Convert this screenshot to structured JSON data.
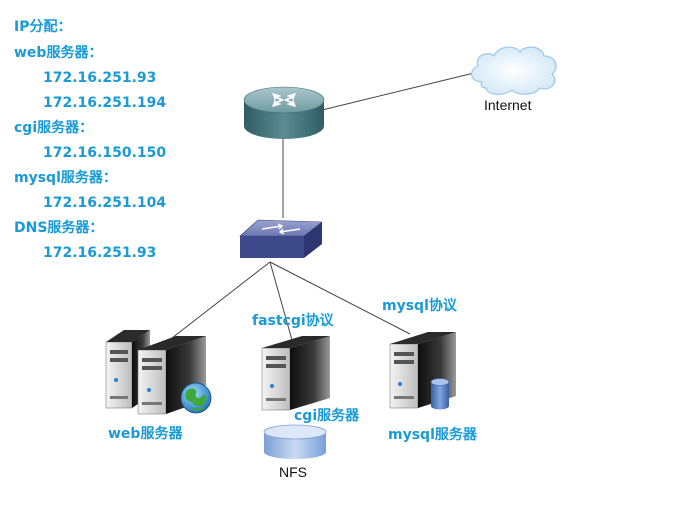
{
  "ip_allocation": {
    "heading": "IP分配：",
    "groups": [
      {
        "label": "web服务器：",
        "ips": [
          "172.16.251.93",
          "172.16.251.194"
        ]
      },
      {
        "label": "cgi服务器：",
        "ips": [
          "172.16.150.150"
        ]
      },
      {
        "label": "mysql服务器：",
        "ips": [
          "172.16.251.104"
        ]
      },
      {
        "label": "DNS服务器：",
        "ips": [
          "172.16.251.93"
        ]
      }
    ]
  },
  "nodes": {
    "internet": "Internet",
    "web_servers": "web服务器",
    "cgi_server": "cgi服务器",
    "mysql_server": "mysql服务器",
    "nfs": "NFS"
  },
  "links": {
    "fastcgi": "fastcgi协议",
    "mysql": "mysql协议"
  },
  "colors": {
    "label_blue": "#1a9ad6",
    "router_teal": "#4a7f86",
    "switch_blue": "#5a66a6",
    "server_dark": "#1c1c1c",
    "cloud": "#cfe6f6"
  }
}
